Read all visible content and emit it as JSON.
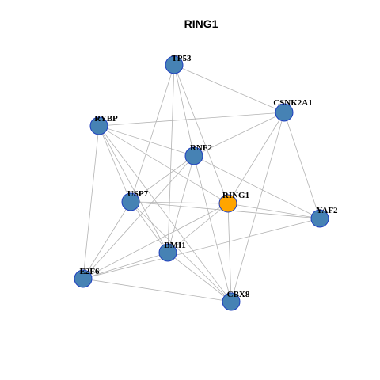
{
  "title": "RING1",
  "colors": {
    "node_default": "#4682b4",
    "node_focus": "#ffa500",
    "node_border": "#1f3fbf",
    "edge": "#b3b3b3"
  },
  "nodes": [
    {
      "id": "TP53",
      "label": "TP53",
      "focus": false
    },
    {
      "id": "CSNK2A1",
      "label": "CSNK2A1",
      "focus": false
    },
    {
      "id": "RYBP",
      "label": "RYBP",
      "focus": false
    },
    {
      "id": "RNF2",
      "label": "RNF2",
      "focus": false
    },
    {
      "id": "USP7",
      "label": "USP7",
      "focus": false
    },
    {
      "id": "RING1",
      "label": "RING1",
      "focus": true
    },
    {
      "id": "YAF2",
      "label": "YAF2",
      "focus": false
    },
    {
      "id": "BMI1",
      "label": "BMI1",
      "focus": false
    },
    {
      "id": "E2F6",
      "label": "E2F6",
      "focus": false
    },
    {
      "id": "CBX8",
      "label": "CBX8",
      "focus": false
    }
  ],
  "edges": [
    [
      "TP53",
      "CSNK2A1"
    ],
    [
      "TP53",
      "RNF2"
    ],
    [
      "TP53",
      "USP7"
    ],
    [
      "TP53",
      "RING1"
    ],
    [
      "TP53",
      "BMI1"
    ],
    [
      "CSNK2A1",
      "RYBP"
    ],
    [
      "CSNK2A1",
      "RNF2"
    ],
    [
      "CSNK2A1",
      "RING1"
    ],
    [
      "CSNK2A1",
      "YAF2"
    ],
    [
      "CSNK2A1",
      "CBX8"
    ],
    [
      "RYBP",
      "RNF2"
    ],
    [
      "RYBP",
      "USP7"
    ],
    [
      "RYBP",
      "RING1"
    ],
    [
      "RYBP",
      "BMI1"
    ],
    [
      "RYBP",
      "E2F6"
    ],
    [
      "RYBP",
      "CBX8"
    ],
    [
      "RNF2",
      "USP7"
    ],
    [
      "RNF2",
      "YAF2"
    ],
    [
      "RNF2",
      "BMI1"
    ],
    [
      "RNF2",
      "E2F6"
    ],
    [
      "RNF2",
      "CBX8"
    ],
    [
      "USP7",
      "RING1"
    ],
    [
      "USP7",
      "YAF2"
    ],
    [
      "USP7",
      "BMI1"
    ],
    [
      "USP7",
      "E2F6"
    ],
    [
      "USP7",
      "CBX8"
    ],
    [
      "RING1",
      "YAF2"
    ],
    [
      "RING1",
      "BMI1"
    ],
    [
      "RING1",
      "E2F6"
    ],
    [
      "RING1",
      "CBX8"
    ],
    [
      "YAF2",
      "E2F6"
    ],
    [
      "BMI1",
      "E2F6"
    ],
    [
      "BMI1",
      "CBX8"
    ],
    [
      "E2F6",
      "CBX8"
    ]
  ]
}
